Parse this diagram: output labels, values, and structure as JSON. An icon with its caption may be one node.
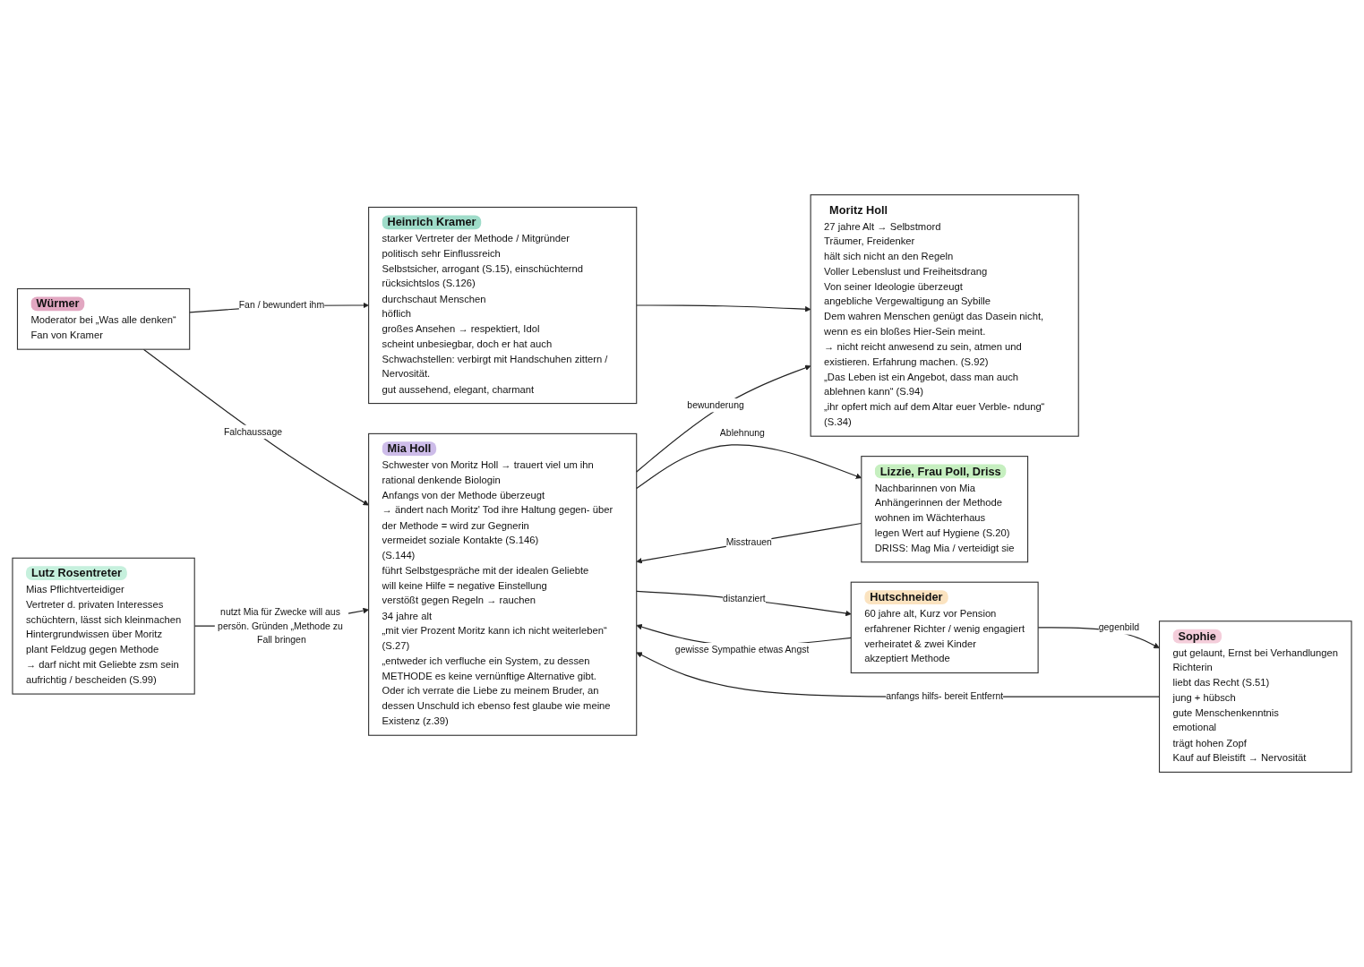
{
  "diagram": {
    "nodes": [
      {
        "text": [
          "Heinrich Kramer",
          "starker Vertreter der Methode / Mitgründer",
          "politisch sehr Einflussreich",
          "Selbstsicher, arrogant (S.15), einschüchternd rücksichtslos (S.126)",
          "durchschaut Menschen",
          "höflich",
          "großes Ansehen → respektiert, Idol",
          "scheint unbesiegbar, doch er hat auch Schwachstellen: verbirgt mit Handschuhen zittern / Nervosität.",
          "gut aussehend, elegant, charmant"
        ]
      },
      {
        "text": [
          "Moritz Holl",
          "27 jahre Alt → Selbstmord",
          "Träumer, Freidenker",
          "hält sich nicht an den Regeln",
          "Voller Lebenslust und Freiheitsdrang",
          "Von seiner Ideologie überzeugt",
          "angebliche Vergewaltigung an Sybille",
          "Dem wahren Menschen genügt das Dasein nicht, wenn es ein bloßes Hier-Sein meint.",
          "→ nicht reicht anwesend zu sein, atmen und existieren. Erfahrung machen. (S.92)",
          "„Das Leben ist ein Angebot, dass man auch ablehnen kann“ (S.94)",
          "„ihr opfert mich auf dem Altar euer Verble- ndung“ (S.34)"
        ]
      },
      {
        "text": [
          "Würmer",
          "Moderator bei „Was alle denken“",
          "Fan von Kramer"
        ]
      },
      {
        "text": [
          "Mia Holl",
          "Schwester von Moritz Holl → trauert viel um ihn",
          "rational denkende Biologin",
          "Anfangs von der Methode überzeugt",
          "→ ändert nach Moritz' Tod ihre Haltung gegen- über der Methode = wird zur Gegnerin",
          "vermeidet soziale Kontakte (S.146)",
          "(S.144)",
          "führt Selbstgespräche mit der idealen Geliebte",
          "will keine Hilfe = negative Einstellung",
          "verstößt gegen Regeln → rauchen",
          "34 jahre alt",
          "„mit vier Prozent Moritz kann ich nicht weiterleben“ (S.27)",
          "„entweder ich verfluche ein System, zu dessen METHODE es keine vernünftige Alternative gibt. Oder ich verrate die Liebe zu meinem Bruder, an dessen Unschuld ich ebenso fest glaube wie meine Existenz (z.39)"
        ]
      },
      {
        "text": [
          "Lizzie, Frau Poll, Driss",
          "Nachbarinnen von Mia",
          "Anhängerinnen der Methode",
          "wohnen im Wächterhaus",
          "legen Wert auf Hygiene (S.20)",
          "DRISS: Mag Mia / verteidigt sie"
        ]
      },
      {
        "text": [
          "Sophie",
          "gut gelaunt, Ernst bei Verhandlungen",
          "Richterin",
          "liebt das Recht (S.51)",
          "jung + hübsch",
          "gute Menschenkenntnis",
          "emotional",
          "trägt hohen Zopf",
          "Kauf auf Bleistift → Nervosität"
        ]
      },
      {
        "text": [
          "Hutschneider",
          "60 jahre alt, Kurz vor Pension",
          "erfahrener Richter / wenig engagiert",
          "verheiratet & zwei Kinder",
          "akzeptiert Methode"
        ]
      },
      {
        "text": [
          "Lutz Rosentreter",
          "Mias Pflichtverteidiger",
          "Vertreter d. privaten Interesses",
          "schüchtern, lässt sich kleinmachen",
          "Hintergrundwissen über Moritz",
          "plant Feldzug gegen Methode",
          "→ darf nicht mit Geliebte zsm sein",
          "aufrichtig / bescheiden (S.99)"
        ]
      }
    ],
    "edges": [
      {
        "from": 0,
        "to": 1,
        "arrow": "to"
      },
      {
        "from": 2,
        "to": 0,
        "arrow": "to",
        "label": "Fan / bewundert ihm"
      },
      {
        "from": 2,
        "to": 3,
        "arrow": "to",
        "label": "Falchaussage"
      },
      {
        "from": 3,
        "to": 1,
        "arrow": "to",
        "label": "bewunderung"
      },
      {
        "from": 5,
        "to": 3,
        "arrow": "to",
        "label": "anfangs hilfs- bereit Entfernt"
      },
      {
        "from": 3,
        "to": 4,
        "arrow": "to",
        "label": "Ablehnung"
      },
      {
        "from": 4,
        "to": 3,
        "arrow": "to",
        "label": "Misstrauen"
      },
      {
        "from": 6,
        "to": 5,
        "arrow": "to",
        "label": "gegenbild"
      },
      {
        "from": 6,
        "to": 3,
        "arrow": "to",
        "label": "gewisse Sympathie etwas Angst"
      },
      {
        "from": 3,
        "to": 6,
        "arrow": "to",
        "label": "distanziert"
      },
      {
        "from": 7,
        "to": 3,
        "arrow": "to",
        "label": "nutzt Mia für Zwecke will aus persön. Gründen „Methode zu Fall bringen"
      }
    ]
  }
}
